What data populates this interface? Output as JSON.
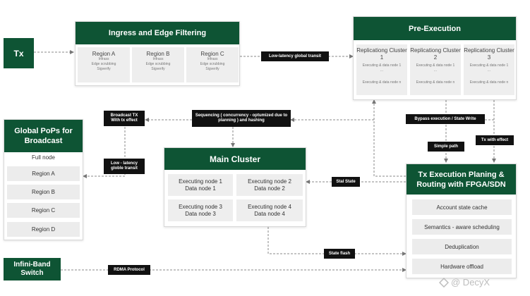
{
  "tx": "Tx",
  "ingress": {
    "title": "Ingress and Edge Filtering",
    "regions": [
      {
        "name": "Region A",
        "lines": [
          "Infrass",
          "Edge scrubbing",
          "Sigverify"
        ]
      },
      {
        "name": "Region B",
        "lines": [
          "Infrass",
          "Edge scrubbing",
          "Sigverify"
        ]
      },
      {
        "name": "Region C",
        "lines": [
          "Infrass",
          "Edge scrubbing",
          "Sigverify"
        ]
      }
    ]
  },
  "transit_label": "Low-latency global transit",
  "pre_execution": {
    "title": "Pre-Execution",
    "clusters": [
      {
        "name": "Replicationg Cluster 1",
        "top": "Executing & data node 1",
        "dots": "...",
        "bottom": "Executing & data node n"
      },
      {
        "name": "Replicationg Cluster 2",
        "top": "Executing & data node 1",
        "dots": "...",
        "bottom": "Executing & data node n"
      },
      {
        "name": "Replicationg Cluster 3",
        "top": "Executing & data node 1",
        "dots": "...",
        "bottom": "Executing & data node n"
      }
    ]
  },
  "labels": {
    "broadcast": "Broadcast TX With tx effect",
    "sequencing": "Sequencing ( concurrency - optumized due to planning ) and hashing",
    "bypass": "Bypass execution / State Write",
    "simple_path": "Simple path",
    "tx_effect": "Tx with effect",
    "low_latency": "Low - latency globle transit",
    "stal_state": "Stal State",
    "state_flash": "State flash",
    "rdma": "RDMA Protocol"
  },
  "global_pops": {
    "title": "Global PoPs for Broadcast",
    "full_node": "Full node",
    "regions": [
      "Region A",
      "Region B",
      "Region C",
      "Region D"
    ]
  },
  "main_cluster": {
    "title": "Main Cluster",
    "nodes": [
      {
        "exec": "Executing node 1",
        "data": "Data node 1"
      },
      {
        "exec": "Executing node 2",
        "data": "Data node 2"
      },
      {
        "exec": "Executing node 3",
        "data": "Data node 3"
      },
      {
        "exec": "Executing node 4",
        "data": "Data node 4"
      }
    ]
  },
  "tx_exec": {
    "title": "Tx Execution Planing & Routing with FPGA/SDN",
    "items": [
      "Account state cache",
      "Semantics - aware scheduling",
      "Deduplication",
      "Hardware offload"
    ]
  },
  "infiniband": "Infini-Band Switch",
  "watermark": "@ DecyX"
}
